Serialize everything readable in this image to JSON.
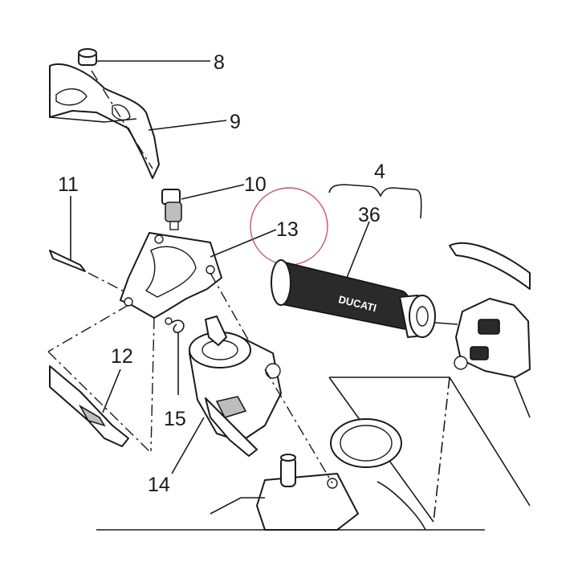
{
  "callouts": {
    "c8": "8",
    "c9": "9",
    "c10": "10",
    "c11": "11",
    "c12": "12",
    "c13": "13",
    "c14": "14",
    "c15": "15",
    "c4": "4",
    "c36": "36"
  },
  "grip_brand": "DUCATI",
  "colors": {
    "line": "#1a1a1a",
    "grip": "#2a2a2a",
    "highlight_circle": "#c8566b"
  }
}
